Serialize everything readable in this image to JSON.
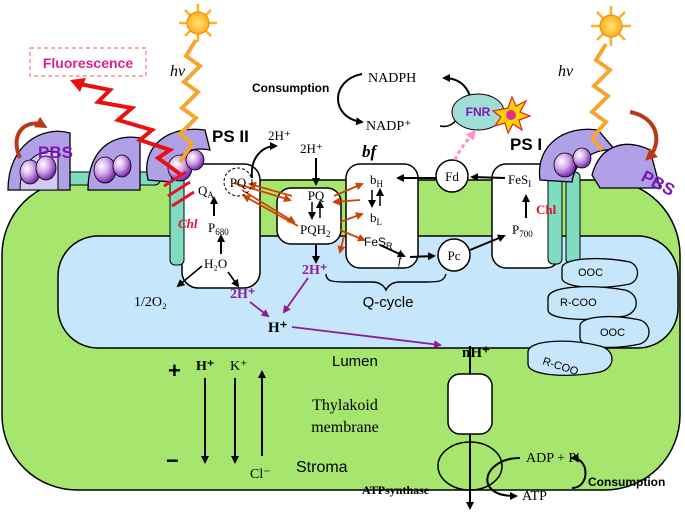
{
  "labels": {
    "fluorescence": "Fluorescence",
    "hv_left": "hν",
    "hv_right": "hν",
    "pbs_left": "PBS",
    "pbs_right": "PBS",
    "ps2": "PS II",
    "ps1": "PS I",
    "bf": "bf",
    "chl_left": "Chl",
    "chl_right": "Chl",
    "consumption_top": "Consumption",
    "consumption_bottom": "Consumption",
    "nadph": "NADPH",
    "nadp_plus": "NADP⁺",
    "fnr": "FNR",
    "fd": "Fd",
    "pc": "Pc",
    "fes_i": "FeS",
    "fes_i_sub": "I",
    "p700": "P",
    "p700_sub": "700",
    "qa": "Q",
    "qa_sub": "A",
    "p680": "P",
    "p680_sub": "680",
    "h2o": "H₂O",
    "pq_dashed": "PQ",
    "pq": "PQ",
    "pqh2": "PQH",
    "pqh2_sub": "2",
    "bh": "b",
    "bh_sub": "H",
    "bl": "b",
    "bl_sub": "L",
    "fesr": "FeS",
    "fesr_sub": "R",
    "f": "f",
    "twoh_top1": "2H⁺",
    "twoh_top2": "2H⁺",
    "twoh_lumen1": "2H⁺",
    "twoh_lumen2": "2H⁺",
    "hplus_lumen": "H⁺",
    "o2": "1/2O₂",
    "qcycle": "Q-cycle",
    "lumen": "Lumen",
    "nh_plus": "nH⁺",
    "thylakoid_membrane_1": "Thylakoid",
    "thylakoid_membrane_2": "membrane",
    "stroma": "Stroma",
    "plus": "+",
    "minus": "−",
    "hplus_ion": "H⁺",
    "kplus_ion": "K⁺",
    "cl_ion": "Cl⁻",
    "adp_pi": "ADP + Pi",
    "atp": "ATP",
    "atp_synthase": "ATPsynthase",
    "ooc_1": "OOC",
    "rcoo_1": "R-COO",
    "ooc_2": "OOC",
    "rcoo_2": "R-COO"
  },
  "colors": {
    "membrane_green": "#a6e66f",
    "lumen_blue": "#c5e6fb",
    "pbs_purple": "#b0a0e8",
    "chl_red": "#e8102a",
    "arrow_orange": "#cc4400",
    "purple_text": "#9b1fa3",
    "fnr_teal": "#9fded7",
    "magenta": "#e0208a"
  }
}
